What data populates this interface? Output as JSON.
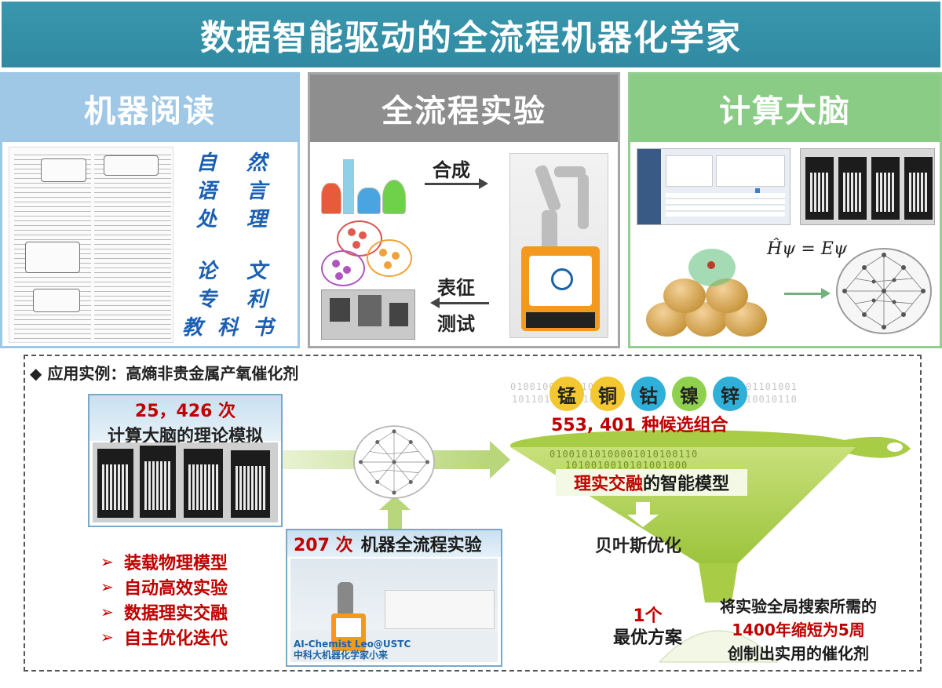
{
  "title": "数据智能驱动的全流程机器化学家",
  "panels": {
    "reading": {
      "heading": "机器阅读",
      "nlp": [
        "自",
        "然",
        "语",
        "言",
        "处",
        "理"
      ],
      "sources": [
        "论",
        "文",
        "专",
        "利",
        "教",
        "科",
        "书"
      ]
    },
    "experiment": {
      "heading": "全流程实验",
      "synthesis": "合成",
      "characterization_1": "表征",
      "characterization_2": "测试"
    },
    "brain": {
      "heading": "计算大脑"
    }
  },
  "case": {
    "title": "应用实例：高熵非贵金属产氧催化剂",
    "calc": {
      "count": "25，426 次",
      "label": "计算大脑的理论模拟"
    },
    "experiment": {
      "count": "207 次",
      "label": "机器全流程实验",
      "caption_1": "AI-Chemist Leo@USTC",
      "caption_2": "中科大机器化学家小来"
    },
    "features": [
      "装载物理模型",
      "自动高效实验",
      "数据理实交融",
      "自主优化迭代"
    ],
    "elements": [
      {
        "name": "锰",
        "color": "#f2c72f"
      },
      {
        "name": "铜",
        "color": "#f2c72f"
      },
      {
        "name": "钴",
        "color": "#2fb0d8"
      },
      {
        "name": "镍",
        "color": "#8fd14f"
      },
      {
        "name": "锌",
        "color": "#2fb0d8"
      }
    ],
    "candidates": "553, 401  种候选组合",
    "model": {
      "highlight": "理实交融",
      "rest": "的智能模型"
    },
    "bayes": "贝叶斯优化",
    "optimal": {
      "count": "1个",
      "label": "最优方案"
    },
    "conclusion": {
      "line_1": "将实验全局搜索所需的",
      "line_2": "1400年缩短为5周",
      "line_3": "创制出实用的催化剂"
    }
  },
  "colors": {
    "title": "#3a97ad",
    "reading": "#9fc7e6",
    "experiment": "#8e8e8e",
    "brain": "#8acb86",
    "accent": "#c00000",
    "funnel": "#b8d67a"
  }
}
